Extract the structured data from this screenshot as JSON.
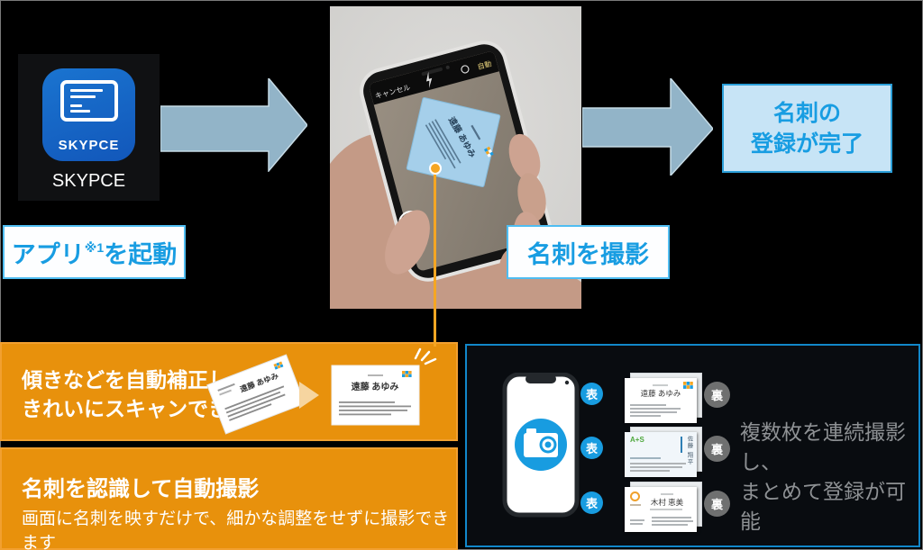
{
  "app": {
    "icon_text": "SKYPCE",
    "label": "SKYPCE"
  },
  "steps": {
    "launch": {
      "pre": "アプリ",
      "sup": "※1",
      "post": "を起動"
    },
    "shoot": "名刺を撮影",
    "complete": {
      "line1": "名刺の",
      "line2": "登録が完了"
    }
  },
  "camera": {
    "cancel": "キャンセル",
    "auto": "自動",
    "card_name": "遠藤 あゆみ"
  },
  "scan_feature": {
    "line1": "傾きなどを自動補正し、",
    "line2": "きれいにスキャンできる",
    "card_name": "遠藤 あゆみ"
  },
  "auto_capture": {
    "title": "名刺を認識して自動撮影",
    "desc": "画面に名刺を映すだけで、細かな調整をせずに撮影できます"
  },
  "batch": {
    "front": "表",
    "back": "裏",
    "caption1": "複数枚を連続撮影し、",
    "caption2": "まとめて登録が可能",
    "card1_name": "遠藤 あゆみ",
    "card2_logo": "A+S",
    "card2_name": "佐藤 翔平",
    "card3_name": "木村 恵美"
  },
  "colors": {
    "accent_blue": "#189de2",
    "light_blue_border": "#4fbdf1",
    "complete_bg": "#c7e4f6",
    "complete_border": "#2b9fd9",
    "orange": "#e8910c",
    "callout_orange": "#f5a623",
    "arrow_fill": "#92b4c8",
    "panel_border_blue": "#1187c9",
    "front_badge": "#189ce0",
    "back_badge": "#6f7070",
    "caption_gray": "#8e9194"
  }
}
